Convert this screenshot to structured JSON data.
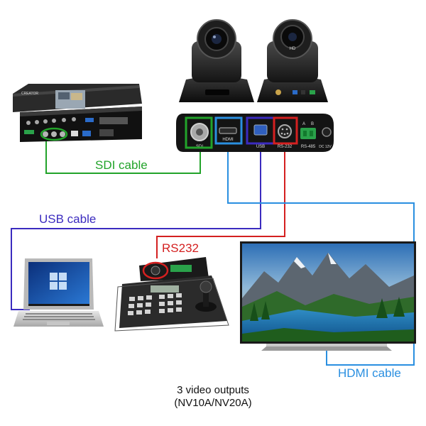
{
  "diagram": {
    "labels": {
      "sdi_cable": "SDI cable",
      "usb_cable": "USB cable",
      "rs232_cable": "RS232",
      "hdmi_cable": "HDMI cable"
    },
    "ports": {
      "sdi": "SDI",
      "hdmi": "HDMI",
      "usb": "USB",
      "rs232": "RS-232",
      "rs485": "RS-485",
      "rs485_a": "A",
      "rs485_b": "B",
      "dc": "DC 12V"
    },
    "switcher_brand": "CREATOR",
    "camera_badge": "HD",
    "caption_line1": "3 video outputs",
    "caption_line2": "(NV10A/NV20A)"
  },
  "colors": {
    "sdi": "#22a32a",
    "usb": "#3b2bbf",
    "rs232": "#d42020",
    "hdmi": "#2a8fe0"
  },
  "icons": [
    "camera-icon",
    "switcher-icon",
    "laptop-icon",
    "keyboard-controller-icon",
    "tv-monitor-icon",
    "windows-logo-icon"
  ]
}
